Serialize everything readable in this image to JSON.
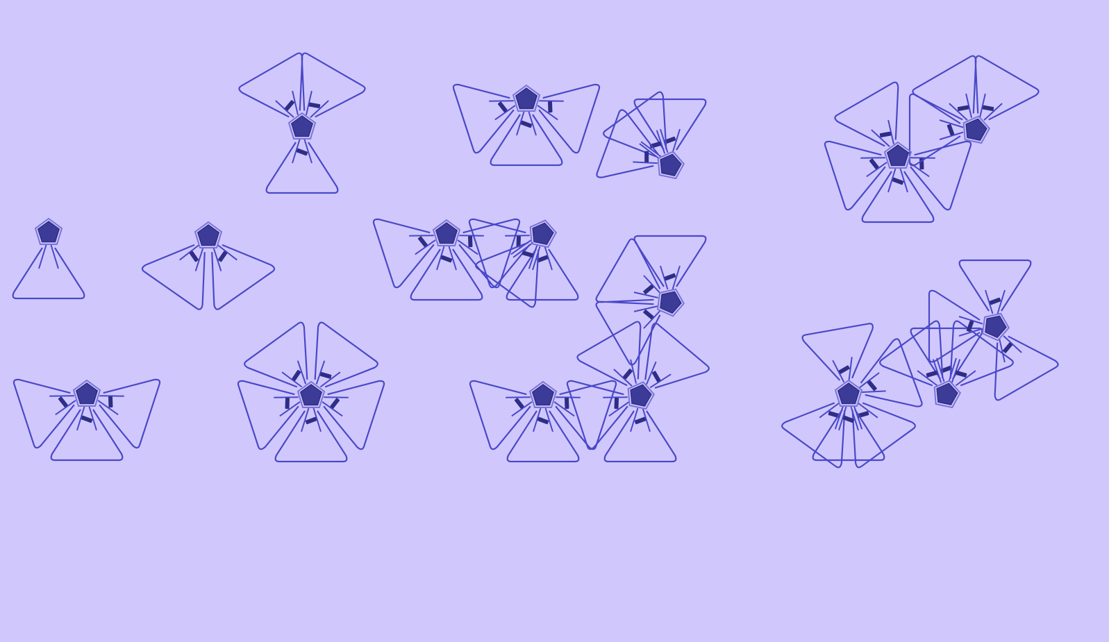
{
  "figure": {
    "background": "#d0c8fc",
    "line_color": "#4a48c8",
    "hub_color": "#3c3c98",
    "element_types": [
      "vertex-hub",
      "petal-lobe",
      "connector-clip"
    ],
    "assemblies": [
      {
        "id": "monomer",
        "hubs": 1,
        "lobes": 1
      },
      {
        "id": "dimer",
        "hubs": 1,
        "lobes": 2
      },
      {
        "id": "trimer-open",
        "hubs": 1,
        "lobes": 3
      },
      {
        "id": "trimer-closed",
        "hubs": 1,
        "lobes": 3
      },
      {
        "id": "pentamer",
        "hubs": 1,
        "lobes": 5
      },
      {
        "id": "double-hub-row",
        "hubs": 2,
        "lobes": 5
      },
      {
        "id": "zigzag-chain",
        "hubs": 2,
        "lobes": 6
      },
      {
        "id": "l-shaped-chain",
        "hubs": 3,
        "lobes": 7
      },
      {
        "id": "twin-hub-cluster",
        "hubs": 2,
        "lobes": 6
      },
      {
        "id": "branched-chain",
        "hubs": 3,
        "lobes": 8
      }
    ]
  }
}
